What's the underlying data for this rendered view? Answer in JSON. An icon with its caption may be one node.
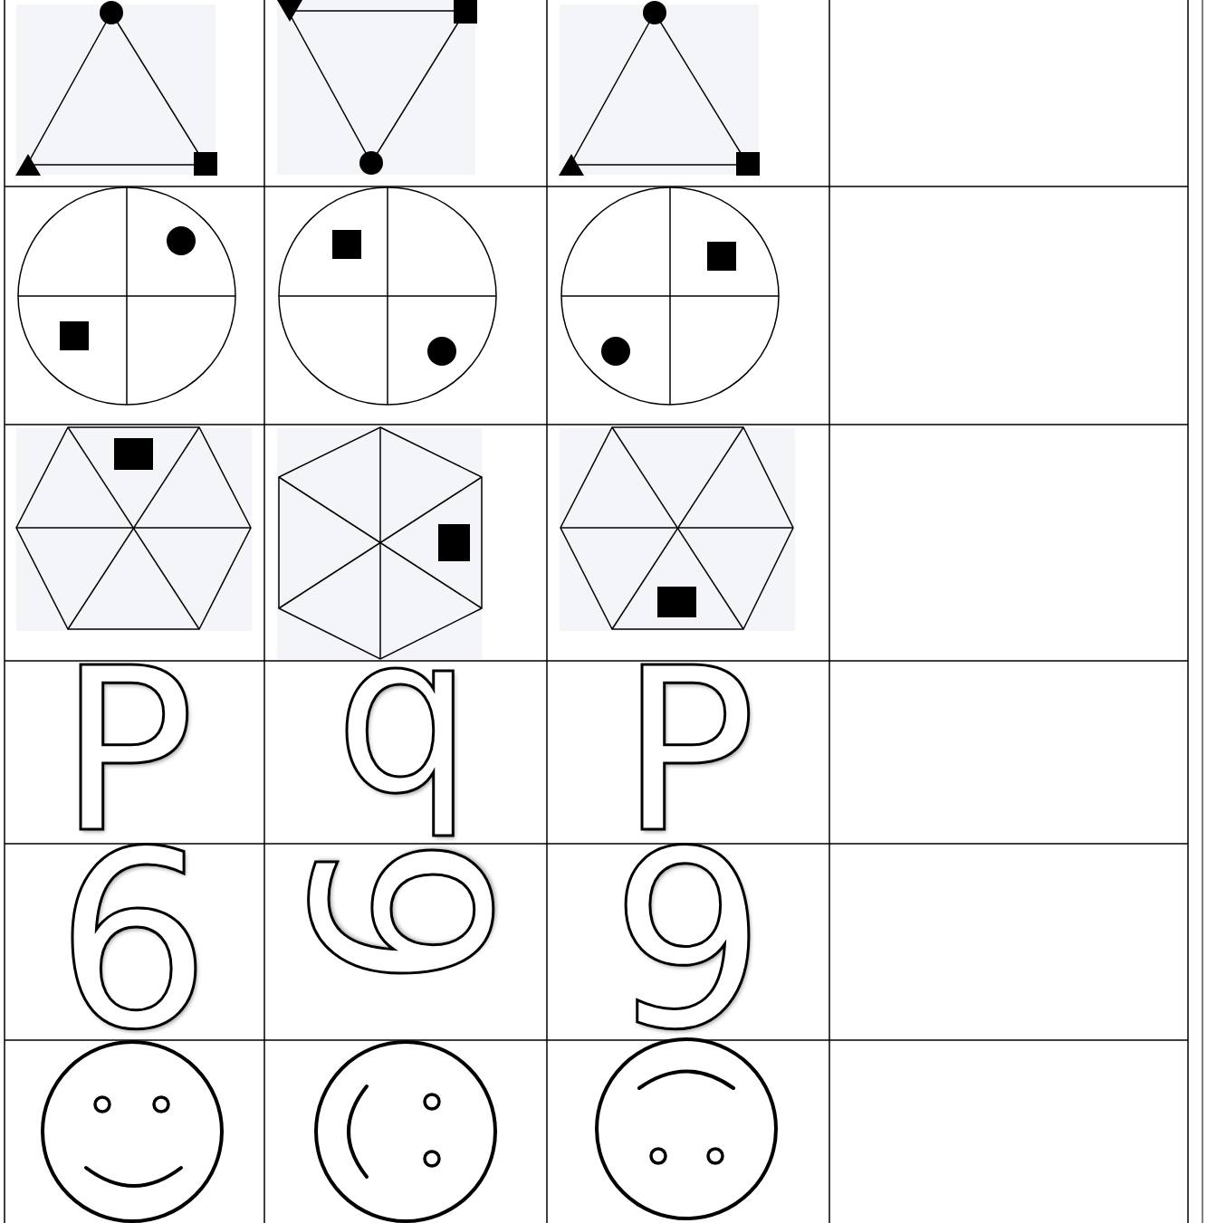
{
  "diagram": {
    "labels": [
      "P",
      "q",
      "P",
      "6",
      "6",
      "9"
    ]
  }
}
